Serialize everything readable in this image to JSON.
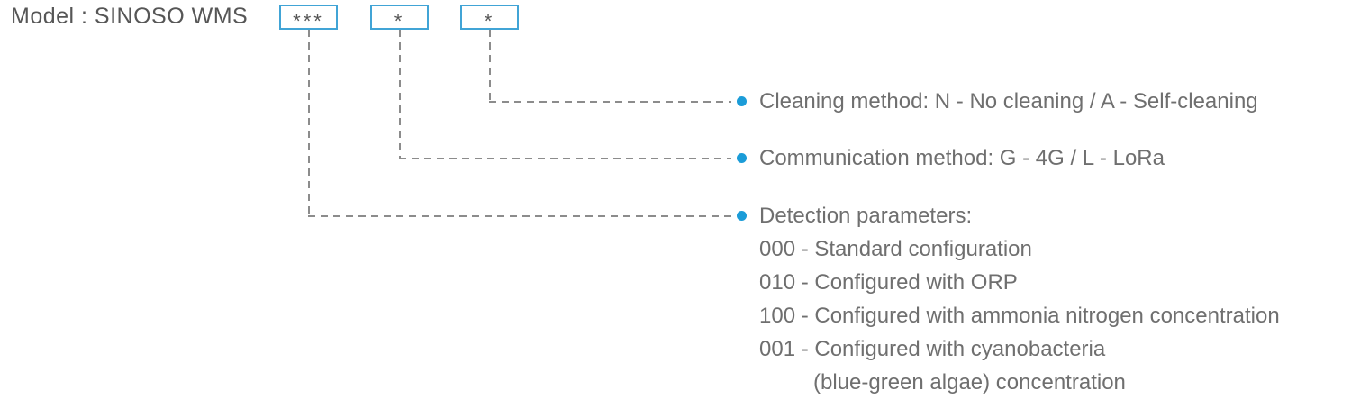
{
  "title": "Model : SINOSO WMS",
  "boxes": [
    {
      "placeholder": "***",
      "meaning": "detection-parameters"
    },
    {
      "placeholder": "*",
      "meaning": "communication-method"
    },
    {
      "placeholder": "*",
      "meaning": "cleaning-method"
    }
  ],
  "callouts": [
    {
      "label": "Cleaning method: N - No cleaning / A - Self-cleaning",
      "source_box": 3
    },
    {
      "label": "Communication method: G - 4G / L - LoRa",
      "source_box": 2
    },
    {
      "label": "Detection parameters:",
      "source_box": 1,
      "options": [
        {
          "text": "000 - Standard configuration"
        },
        {
          "text": "010 - Configured with ORP"
        },
        {
          "text": "100 - Configured with ammonia nitrogen concentration"
        },
        {
          "text": "001 - Configured with cyanobacteria",
          "continuation": "(blue-green algae) concentration"
        }
      ]
    }
  ],
  "colors": {
    "accent": "#1b9cd8",
    "box-border": "#41a4d6",
    "line": "#8c8c8c",
    "text": "#6f6f6f",
    "title": "#565656"
  }
}
